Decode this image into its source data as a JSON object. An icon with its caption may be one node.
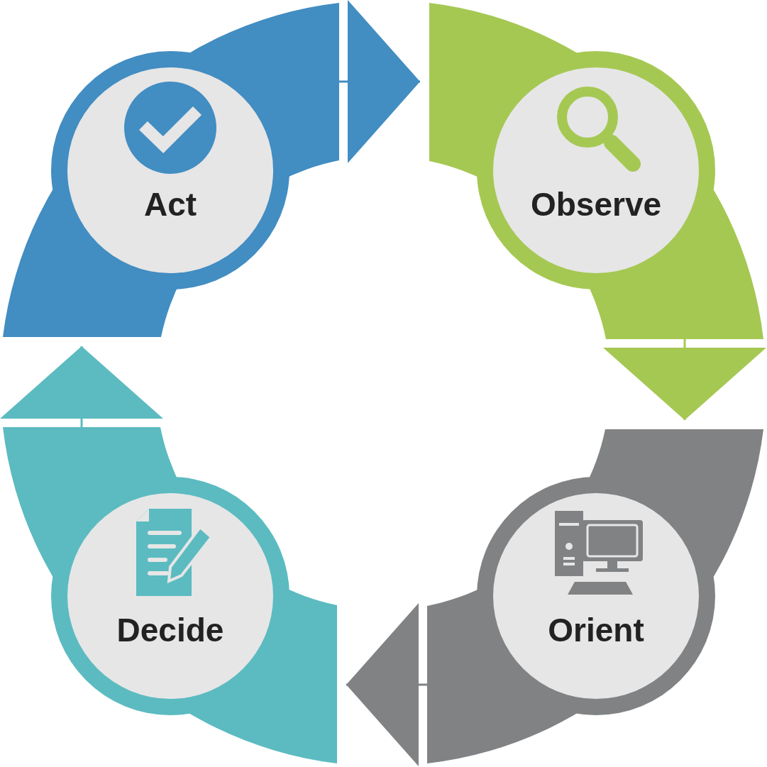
{
  "diagram": {
    "nodes": [
      {
        "text": [
          "Act"
        ]
      },
      {
        "text": [
          "Observe"
        ]
      },
      {
        "text": [
          "Decide"
        ]
      },
      {
        "text": [
          "Orient"
        ]
      }
    ],
    "edges": [
      {
        "from": 1,
        "to": 3,
        "arrow": "to",
        "color": "#a5c853"
      },
      {
        "from": 3,
        "to": 2,
        "arrow": "to",
        "color": "#808284"
      },
      {
        "from": 2,
        "to": 0,
        "arrow": "to",
        "color": "#5bbbc0"
      },
      {
        "from": 0,
        "to": 1,
        "arrow": "to",
        "color": "#428dc2"
      }
    ]
  }
}
